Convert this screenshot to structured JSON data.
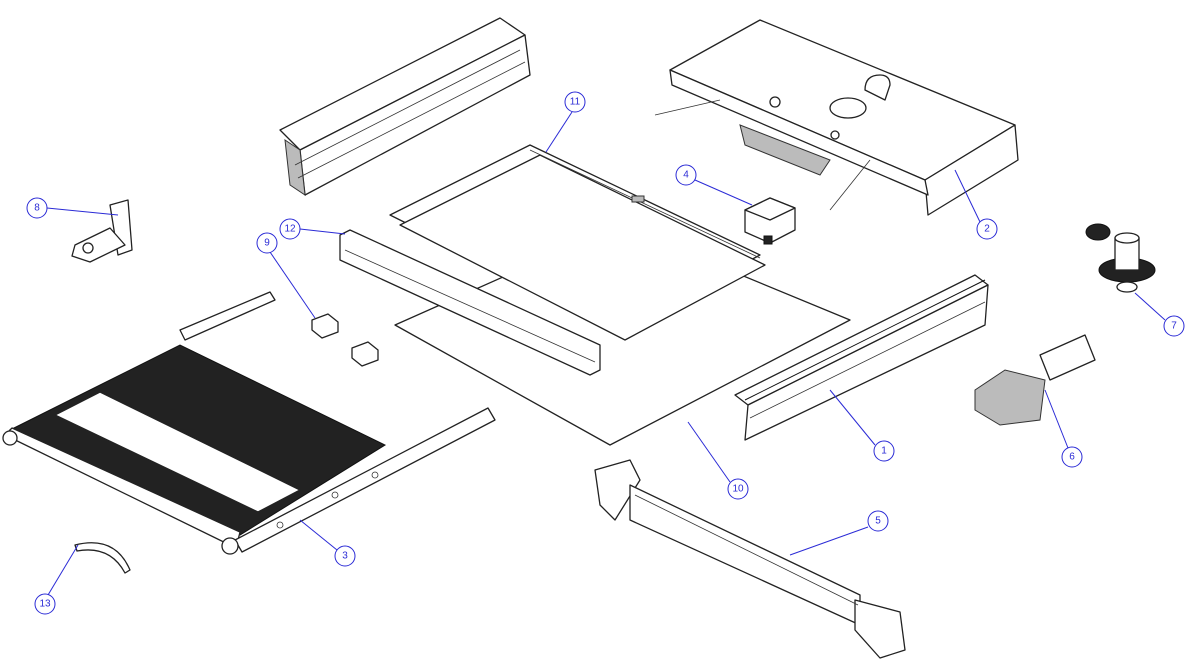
{
  "title": "Exploded parts diagram",
  "callouts": [
    "1",
    "2",
    "3",
    "4",
    "5",
    "6",
    "7",
    "8",
    "9",
    "10",
    "11",
    "12",
    "13"
  ],
  "colors": {
    "callout": "#2b2bd6",
    "line": "#222222"
  }
}
